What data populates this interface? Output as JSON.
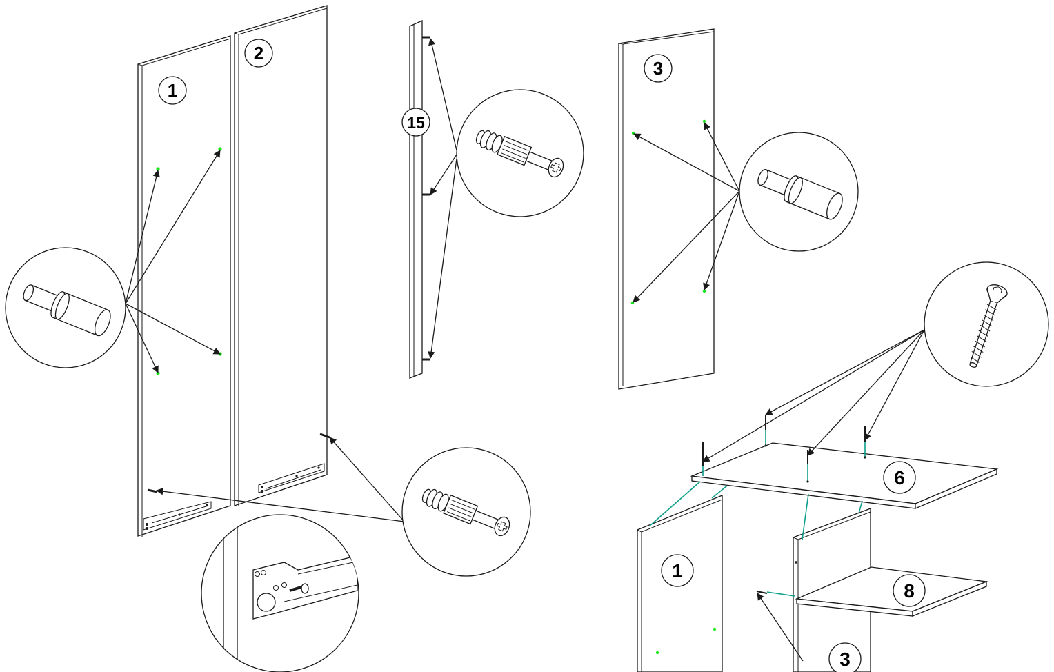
{
  "colors": {
    "stroke": "#1a1a1a",
    "hole_marker": "#19e619",
    "guide_line": "#0e9f8a",
    "background": "#ffffff"
  },
  "labels": {
    "part_1": "1",
    "part_2": "2",
    "part_3": "3",
    "part_15": "15",
    "part_6": "6",
    "part_8": "8",
    "assembly_part_1": "1",
    "assembly_part_3": "3"
  },
  "callouts": [
    {
      "name": "wooden-dowel-callout-left",
      "icon": "wooden-dowel-icon"
    },
    {
      "name": "cam-bolt-callout-top",
      "icon": "cam-bolt-icon"
    },
    {
      "name": "wooden-dowel-callout-right",
      "icon": "wooden-dowel-icon"
    },
    {
      "name": "confirmat-screw-callout",
      "icon": "confirmat-screw-icon"
    },
    {
      "name": "cam-bolt-callout-bottom",
      "icon": "cam-bolt-icon"
    },
    {
      "name": "drawer-runner-detail-callout",
      "icon": "drawer-runner-icon"
    }
  ]
}
